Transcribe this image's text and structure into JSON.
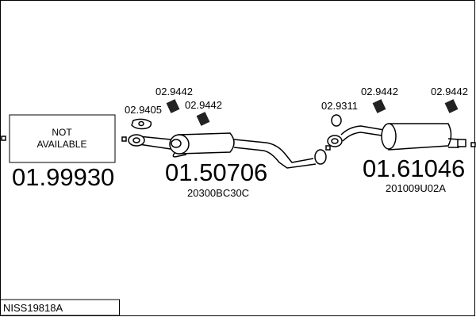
{
  "assembly_code": "NISS19818A",
  "sections": [
    {
      "placeholder": "NOT\nAVAILABLE",
      "placeholder_line1": "NOT",
      "placeholder_line2": "AVAILABLE",
      "part_number": "01.99930"
    },
    {
      "part_number": "01.50706",
      "oem_number": "20300BC30C"
    },
    {
      "part_number": "01.61046",
      "oem_number": "201009U02A"
    }
  ],
  "accessories": [
    {
      "code": "02.9405",
      "type": "gasket"
    },
    {
      "code": "02.9442",
      "type": "rubber-hanger"
    },
    {
      "code": "02.9442",
      "type": "rubber-hanger"
    },
    {
      "code": "02.9311",
      "type": "ring"
    },
    {
      "code": "02.9442",
      "type": "rubber-hanger"
    },
    {
      "code": "02.9442",
      "type": "rubber-hanger"
    }
  ]
}
